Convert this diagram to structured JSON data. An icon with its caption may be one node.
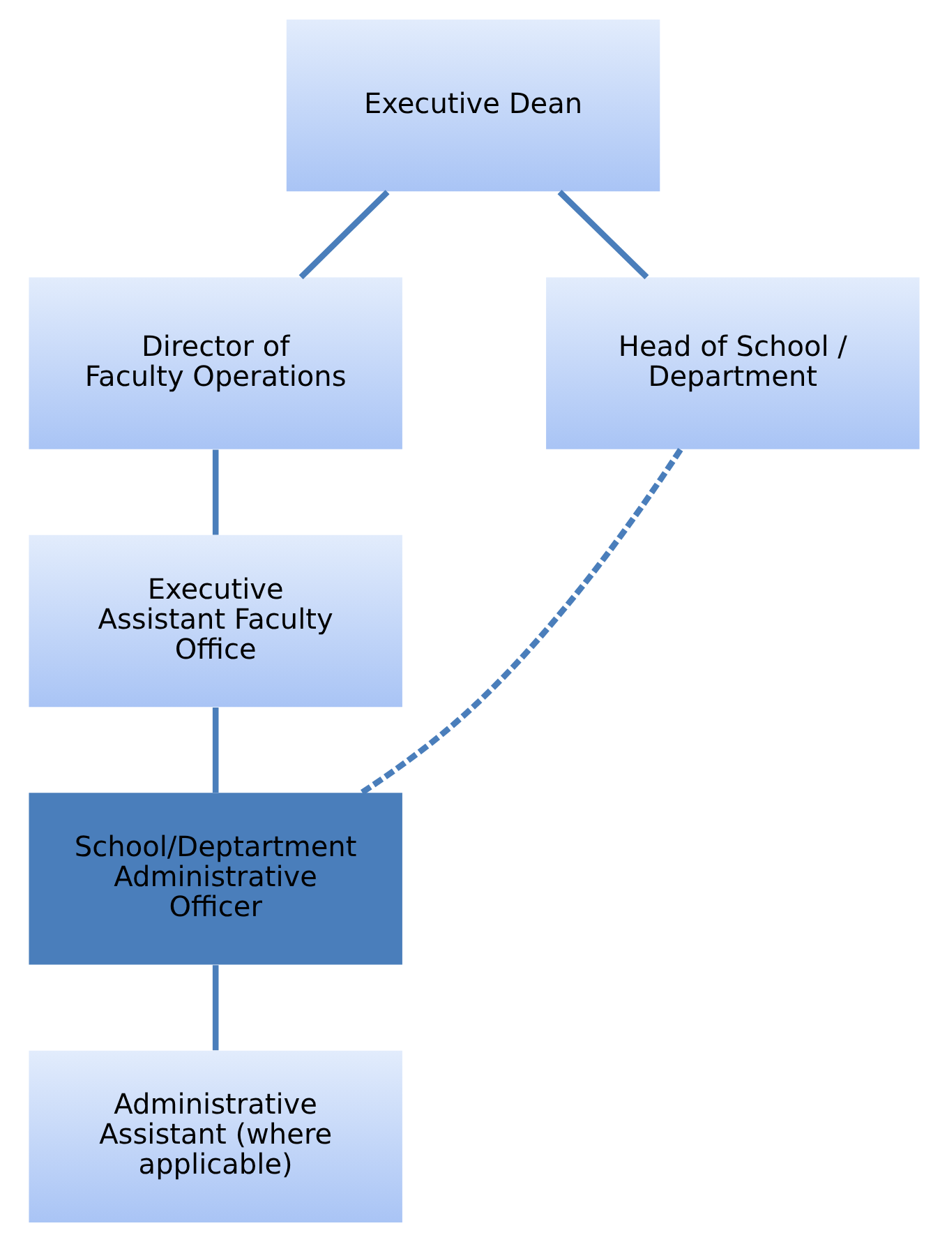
{
  "diagram": {
    "nodes": [
      {
        "text": [
          "Executive Dean"
        ]
      },
      {
        "text": [
          "Director of Faculty Operations"
        ]
      },
      {
        "text": [
          "Head of School / Department"
        ]
      },
      {
        "text": [
          "Executive Assistant Faculty Office"
        ]
      },
      {
        "text": [
          "School/DeptartmentAdministrative Officer"
        ]
      },
      {
        "text": [
          "Administrative Assistant (where applicable)"
        ]
      }
    ],
    "edges": [
      {
        "from": 0,
        "to": 1,
        "arrow": "none"
      },
      {
        "from": 0,
        "to": 2,
        "arrow": "none"
      },
      {
        "from": 1,
        "to": 3,
        "arrow": "none"
      },
      {
        "from": 3,
        "to": 4,
        "arrow": "none"
      },
      {
        "from": 2,
        "to": 4,
        "arrow": "none",
        "style": "dashed"
      },
      {
        "from": 4,
        "to": 5,
        "arrow": "none"
      }
    ]
  }
}
